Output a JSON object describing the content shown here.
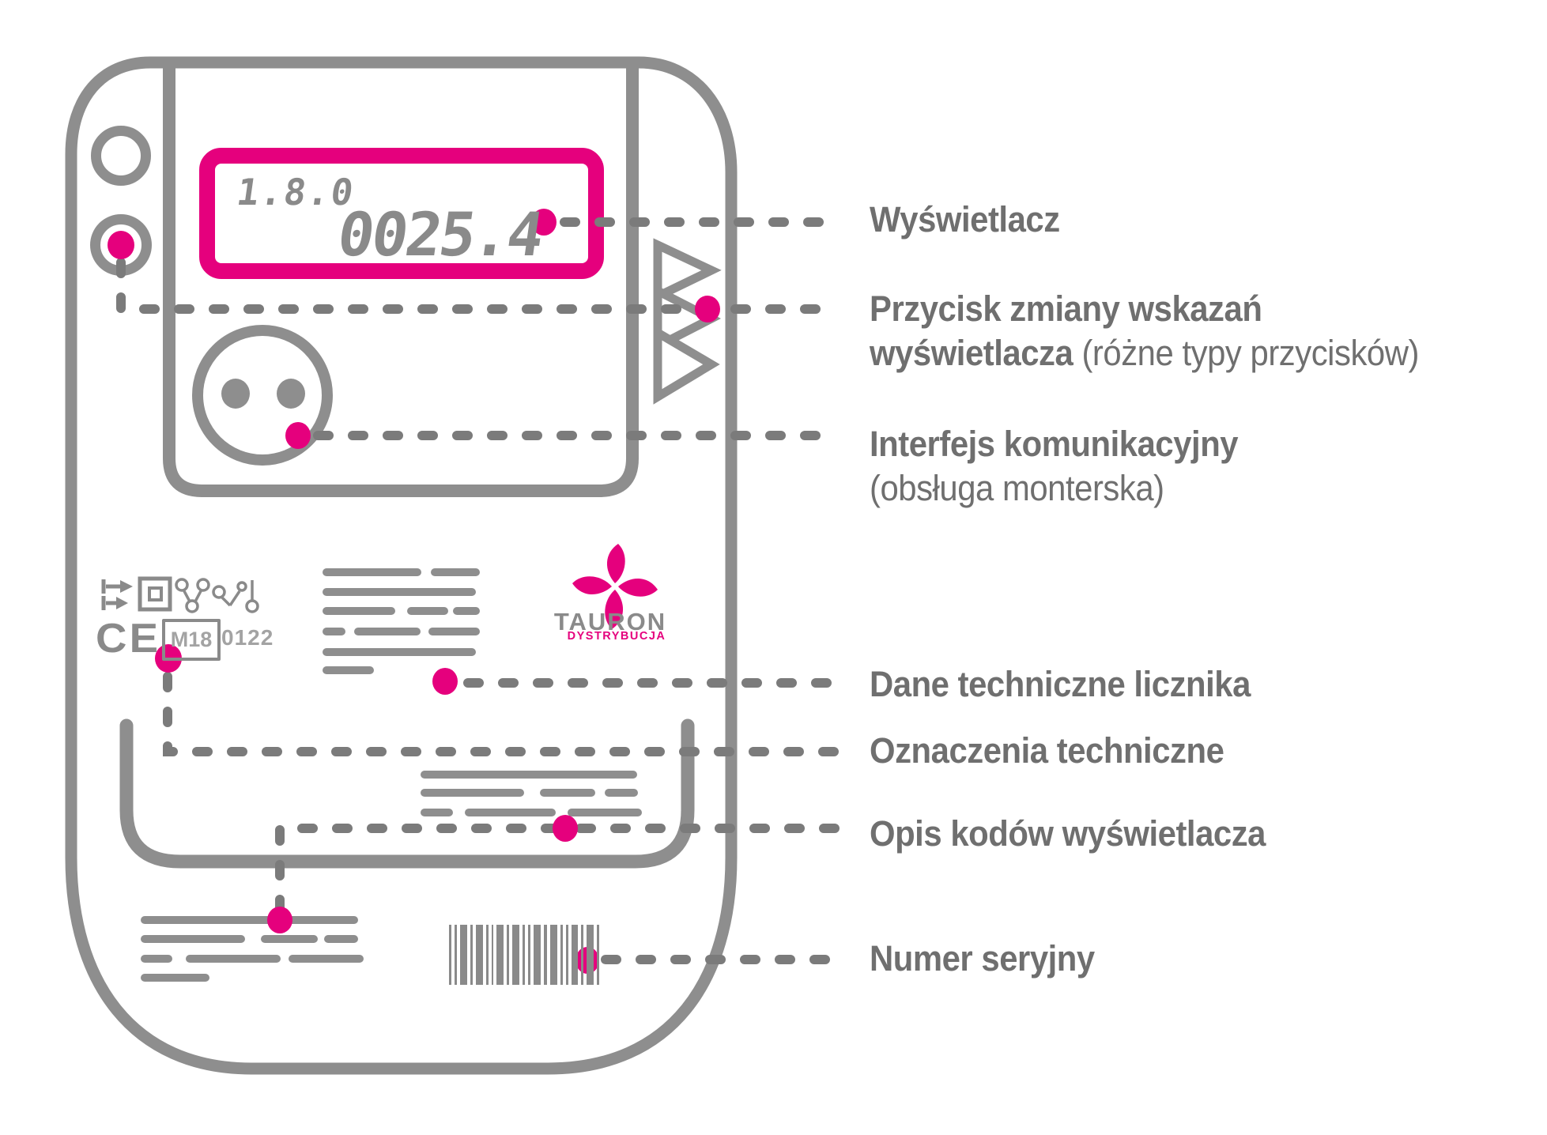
{
  "colors": {
    "accent_magenta": "#e5007d",
    "meter_outline_gray": "#8e8e8e",
    "dashed_line_gray": "#7b7b7b",
    "label_text_gray": "#6f6f6f",
    "digit_gray": "#8a8a8a",
    "light_marking_gray": "#a3a3a3"
  },
  "meter": {
    "display": {
      "obis_code": "1.8.0",
      "reading": "0025.4"
    },
    "markings": {
      "ce_mark": "CE",
      "metrology_box": "M18",
      "notified_body": "0122"
    },
    "brand": {
      "name": "TAURON",
      "division": "DYSTRYBUCJA"
    },
    "barcode_pattern": [
      3,
      3,
      9,
      3,
      9,
      3,
      3,
      9,
      3,
      9,
      3,
      3,
      9,
      4,
      9,
      3,
      3,
      9,
      3,
      9,
      3
    ]
  },
  "callouts": {
    "wyswietlacz": {
      "line1": "Wyświetlacz"
    },
    "przycisk": {
      "line1": "Przycisk zmiany wskazań",
      "line2_bold": "wyświetlacza ",
      "line2_rest": "(różne typy przycisków)"
    },
    "interfejs": {
      "line1": "Interfejs komunikacyjny",
      "line2": "(obsługa monterska)"
    },
    "dane": {
      "line1": "Dane techniczne licznika"
    },
    "oznaczenia": {
      "line1": "Oznaczenia techniczne"
    },
    "opis": {
      "line1": "Opis kodów wyświetlacza"
    },
    "numer": {
      "line1": "Numer seryjny"
    }
  }
}
